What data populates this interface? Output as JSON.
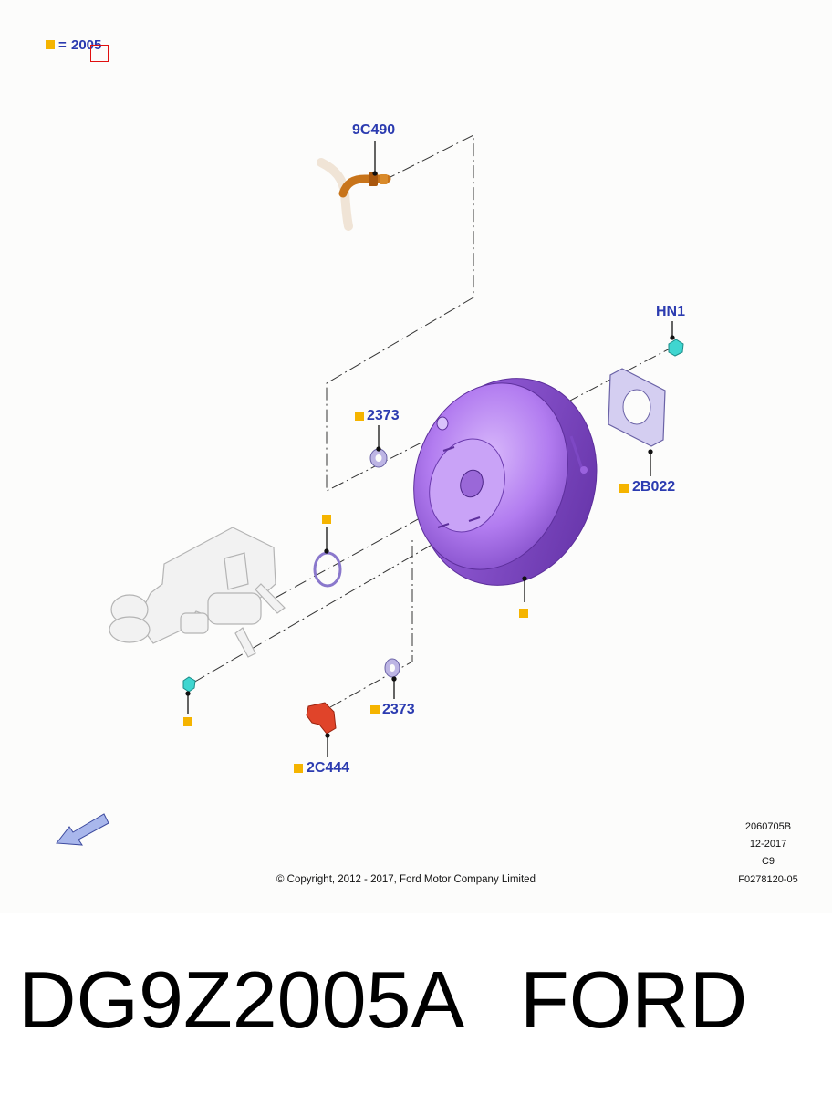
{
  "legend": {
    "equals": "=",
    "code": "2005"
  },
  "callouts": {
    "9C490": "9C490",
    "HN1": "HN1",
    "2373_upper": "2373",
    "2B022": "2B022",
    "2373_lower": "2373",
    "2C444": "2C444"
  },
  "meta": {
    "line1": "2060705B",
    "line2": "12-2017",
    "line3": "C9",
    "line4": "F0278120-05"
  },
  "copyright": "© Copyright, 2012 - 2017, Ford Motor Company Limited",
  "caption": {
    "part_number": "DG9Z2005A",
    "brand": "FORD"
  },
  "colors": {
    "label": "#2b3bb0",
    "marker": "#f5b400",
    "booster": "#b27cf0",
    "hose": "#c8741a",
    "clip": "#3fd6d0",
    "sensor": "#e0442a",
    "gasket": "#b9b1e6"
  }
}
